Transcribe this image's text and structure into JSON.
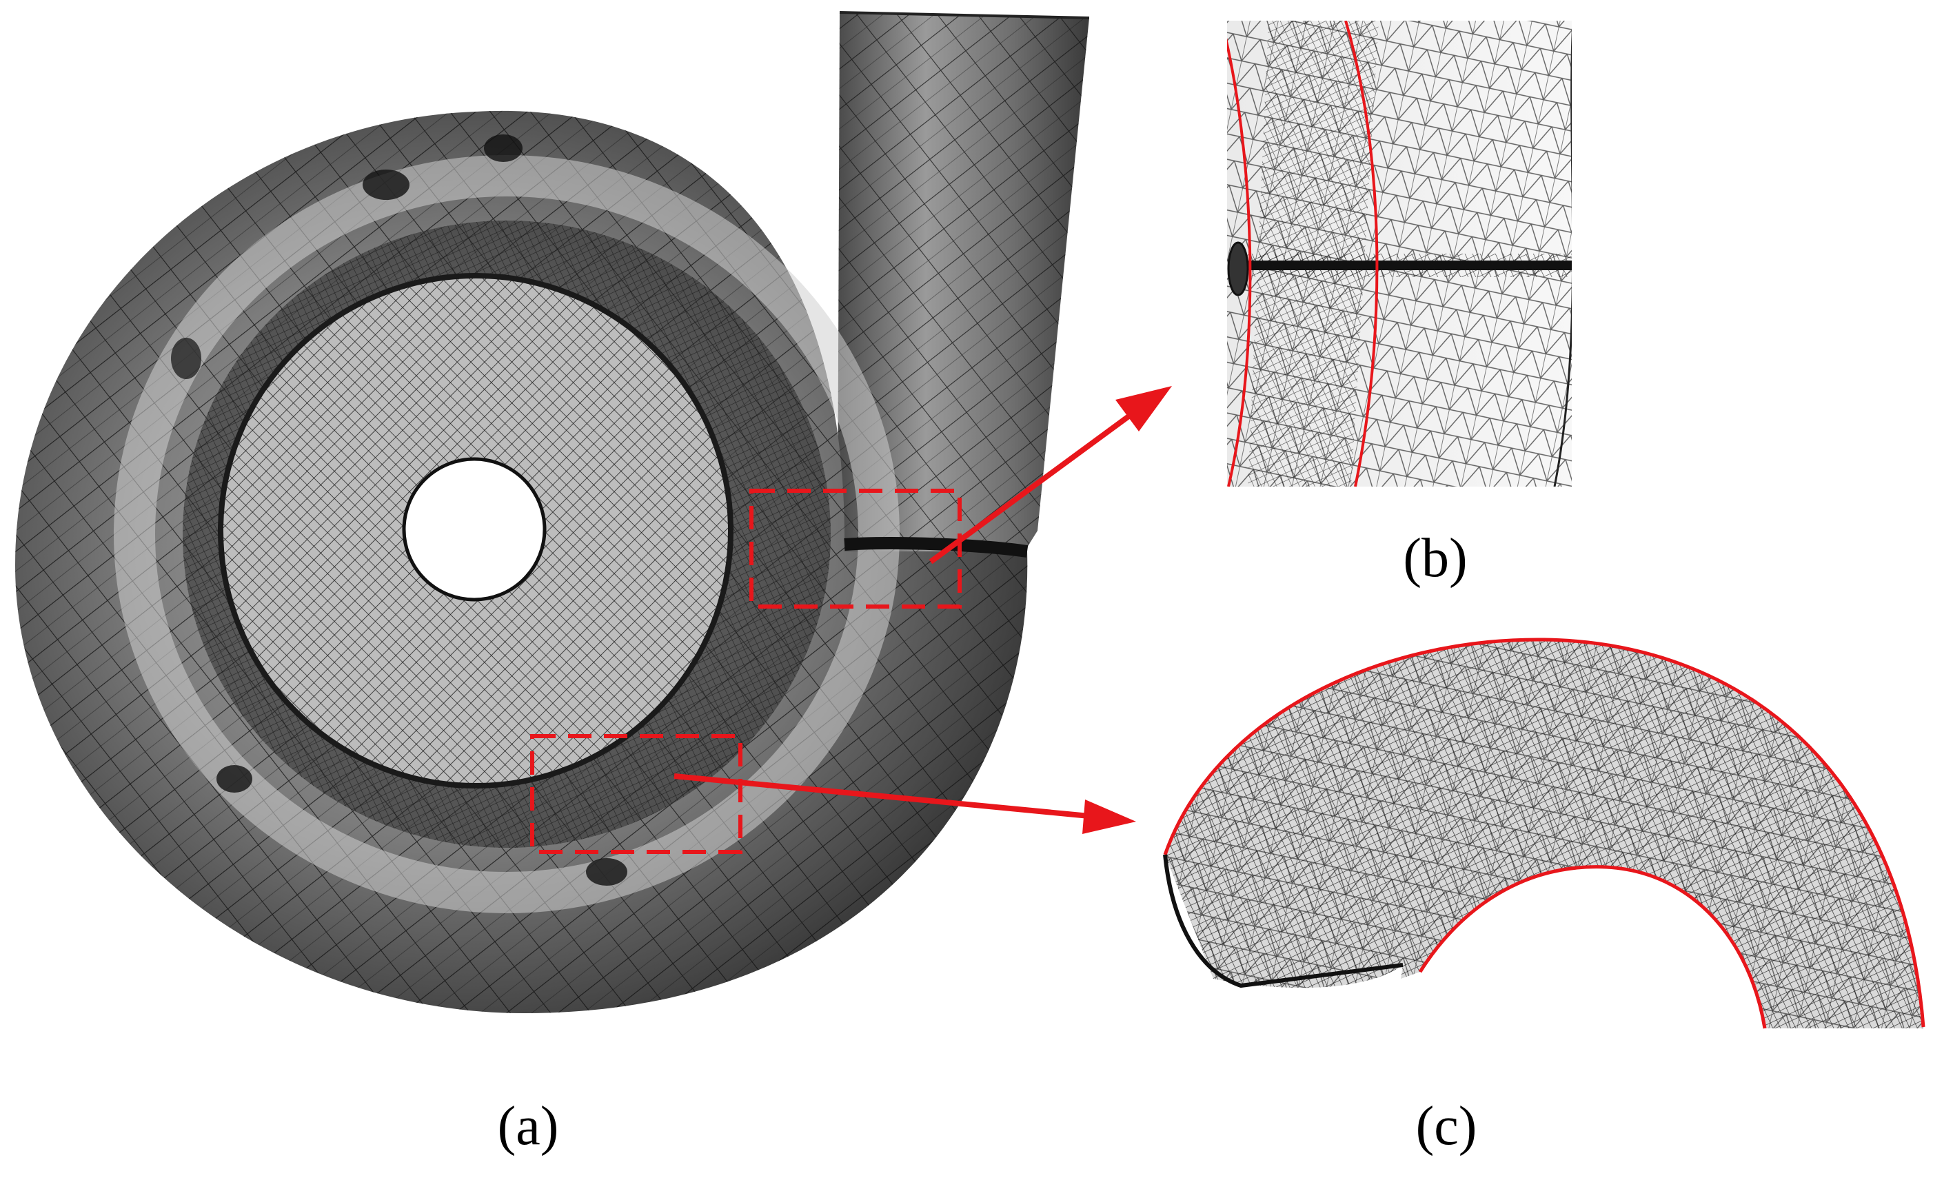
{
  "panels": {
    "a": {
      "label": "(a)"
    },
    "b": {
      "label": "(b)"
    },
    "c": {
      "label": "(c)"
    }
  },
  "colors": {
    "highlight": "#e8161b",
    "mesh_line": "#111111",
    "surface_dark": "#3a3a3a",
    "surface_mid": "#8a8a8a",
    "surface_light": "#c9c9c9",
    "background": "#ffffff"
  }
}
